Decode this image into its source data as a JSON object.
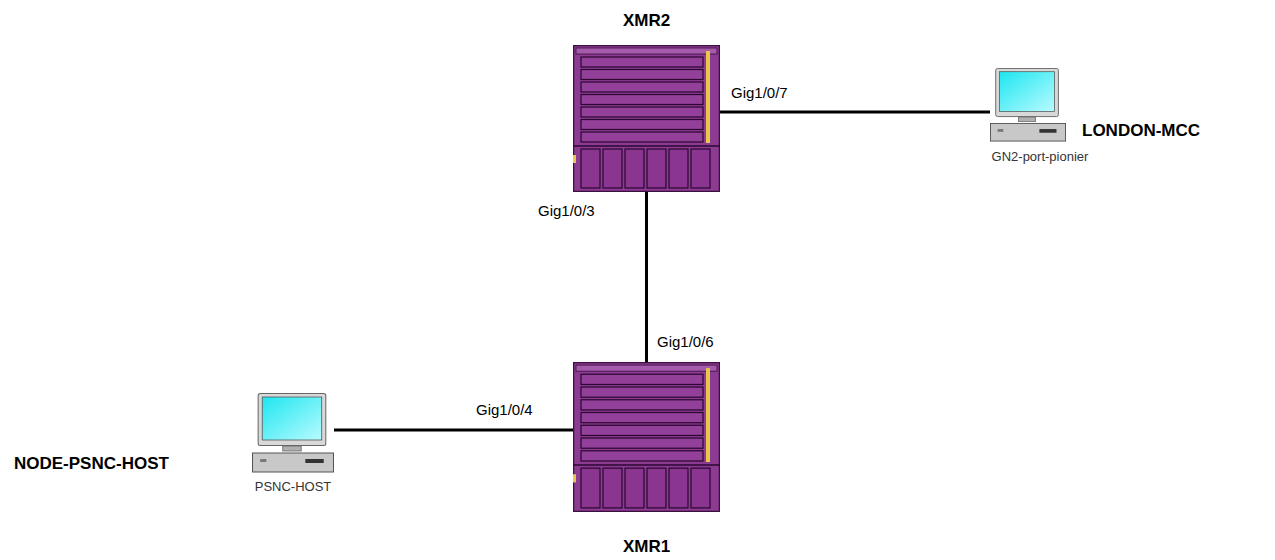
{
  "diagram": {
    "nodes": [
      {
        "text": [
          "XMR2"
        ]
      },
      {
        "text": [
          "LONDON-MCC",
          "GN2-port-pionier"
        ]
      },
      {
        "text": [
          "XMR1"
        ]
      },
      {
        "text": [
          "NODE-PSNC-HOST",
          "PSNC-HOST"
        ]
      }
    ],
    "edges": [
      {
        "from": 0,
        "to": 1,
        "arrow": "none"
      },
      {
        "from": 0,
        "to": 2,
        "arrow": "none"
      },
      {
        "from": 2,
        "to": 3,
        "arrow": "none"
      }
    ],
    "labels": [
      "Gig1/0/7",
      "Gig1/0/3",
      "Gig1/0/6",
      "Gig1/0/4"
    ]
  }
}
